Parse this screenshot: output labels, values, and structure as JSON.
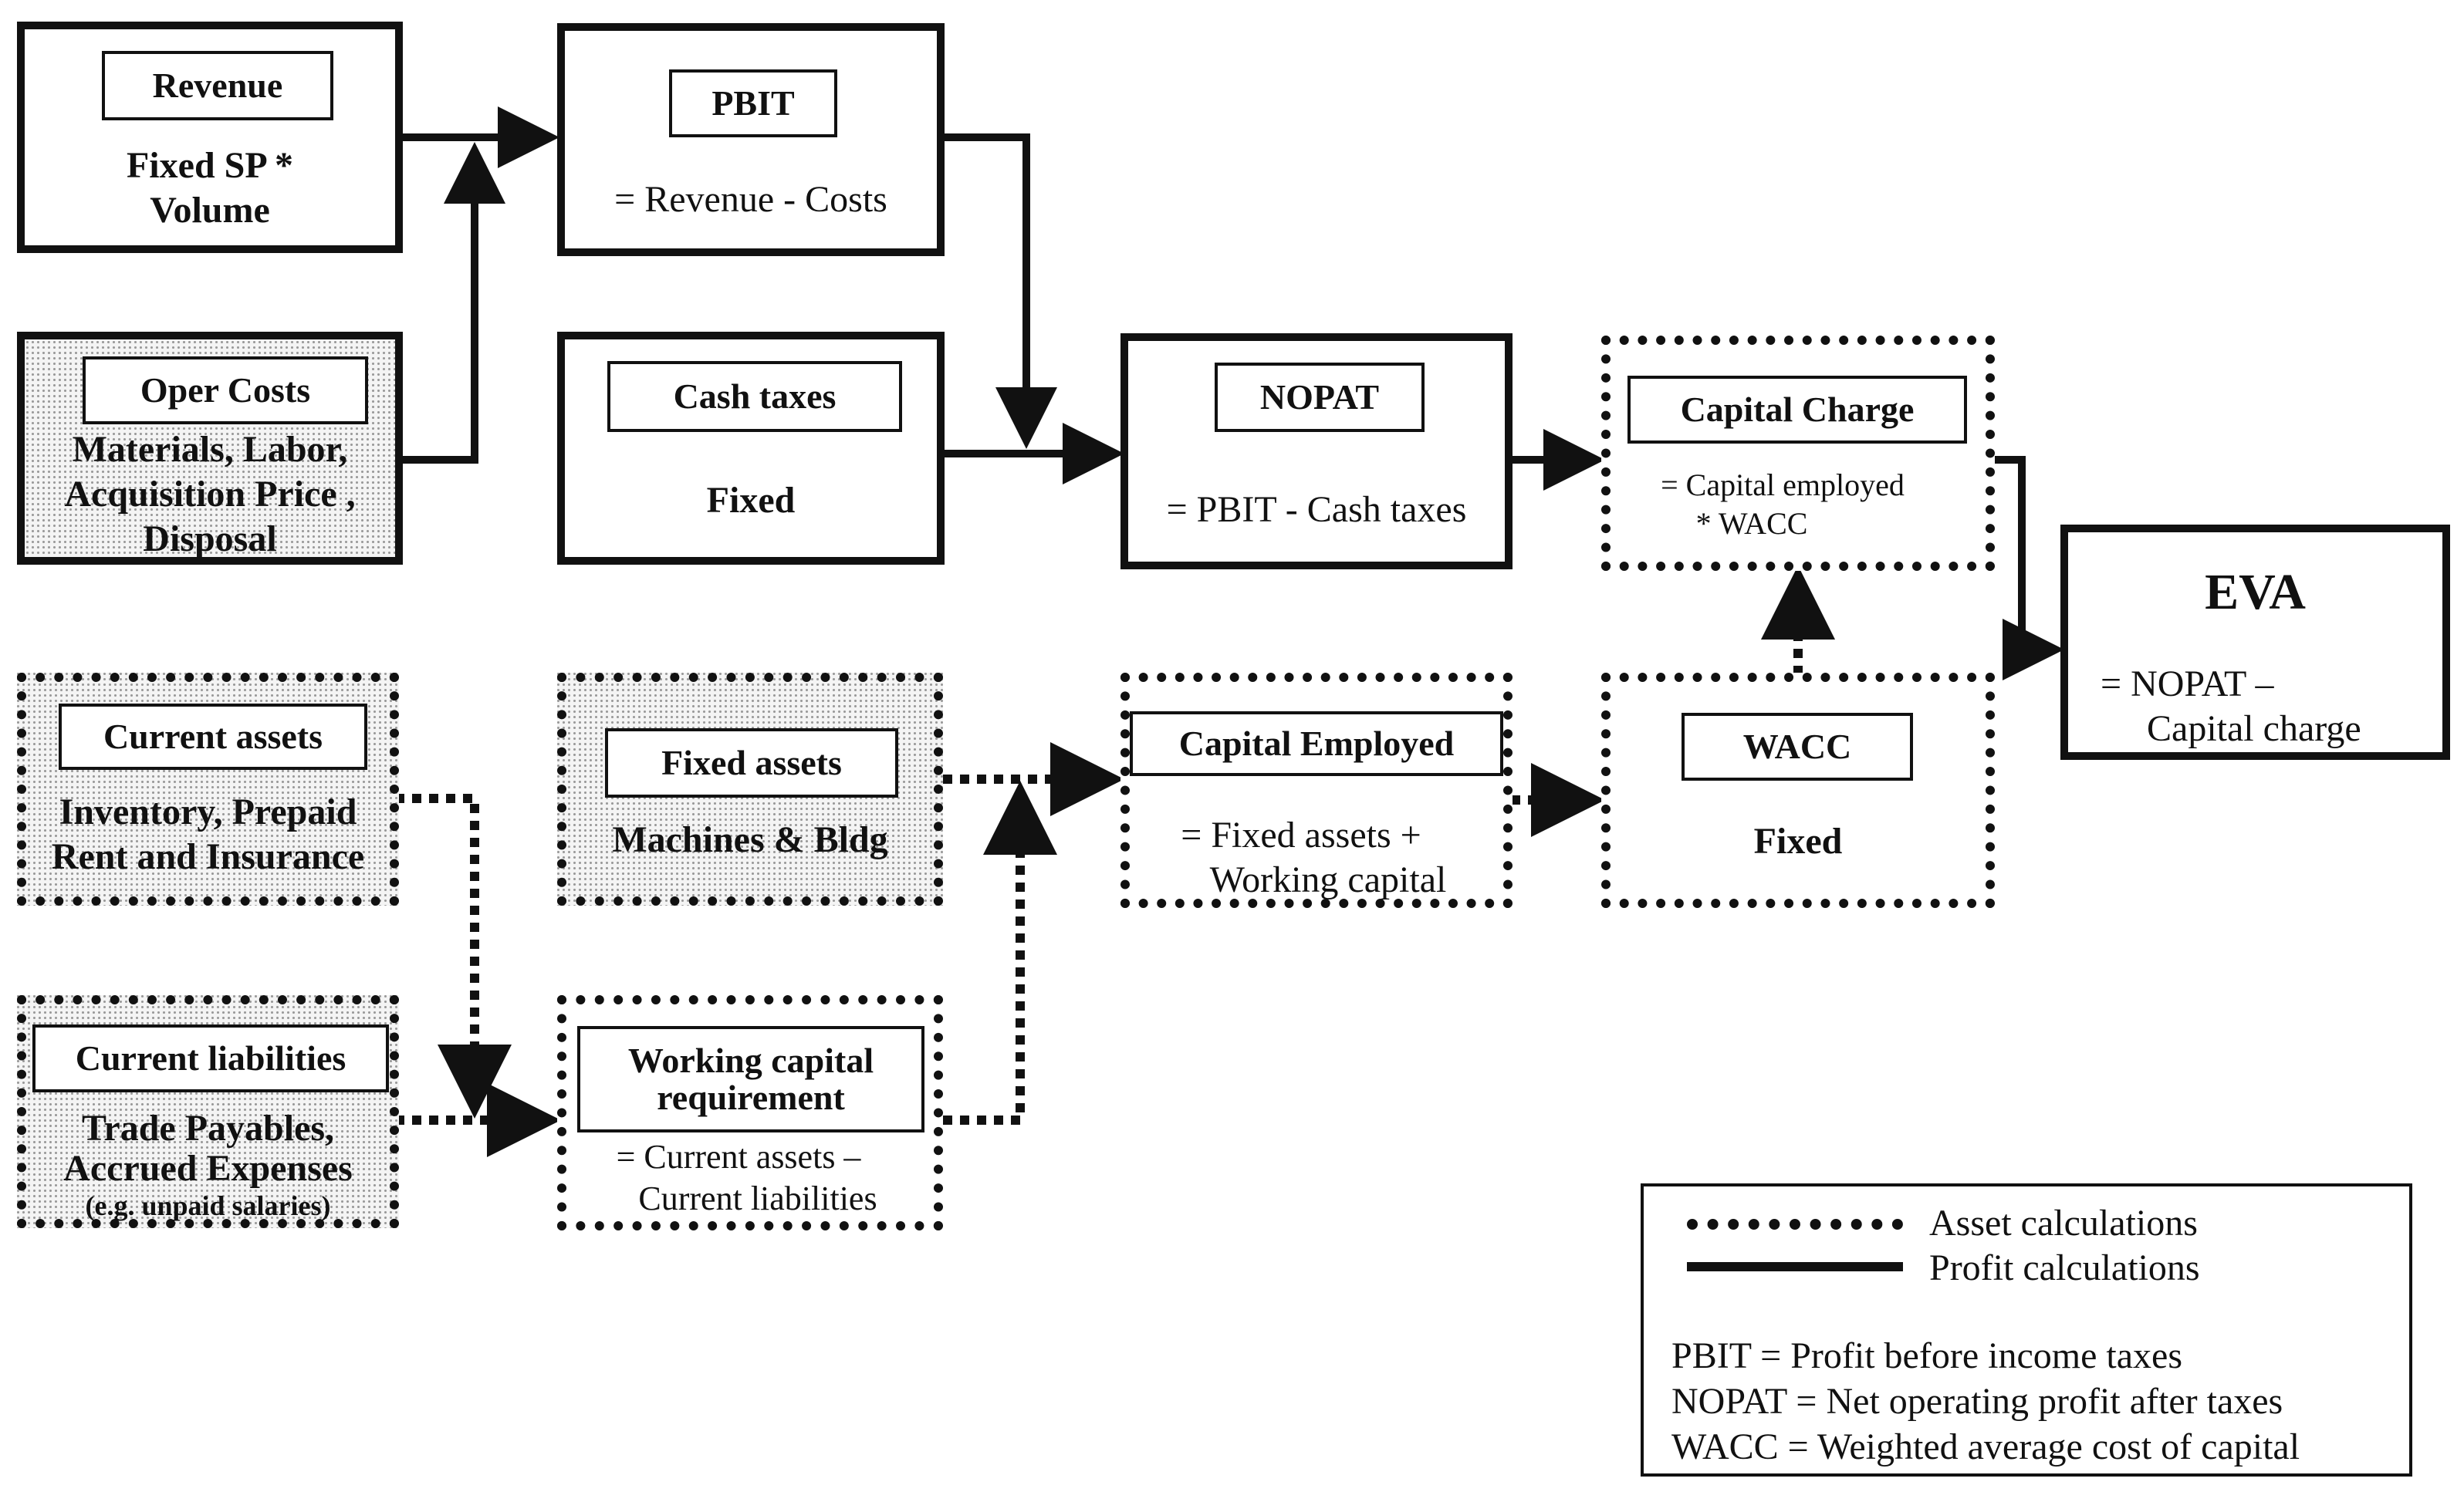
{
  "nodes": {
    "revenue": {
      "label": "Revenue",
      "line1": "Fixed SP *",
      "line2": "Volume"
    },
    "oper_costs": {
      "label": "Oper Costs",
      "line1": "Materials, Labor,",
      "line2": "Acquisition Price ,",
      "line3": "Disposal"
    },
    "pbit": {
      "label": "PBIT",
      "line1": "= Revenue - Costs"
    },
    "cash_taxes": {
      "label": "Cash taxes",
      "line1": "Fixed"
    },
    "nopat": {
      "label": "NOPAT",
      "line1": "= PBIT - Cash taxes"
    },
    "capital_charge": {
      "label": "Capital Charge",
      "line1": "= Capital employed",
      "line2": "* WACC"
    },
    "eva": {
      "label": "EVA",
      "line1": "= NOPAT –",
      "line2": "Capital charge"
    },
    "current_assets": {
      "label": "Current  assets",
      "line1": "Inventory, Prepaid",
      "line2": "Rent and Insurance"
    },
    "fixed_assets": {
      "label": "Fixed assets",
      "line1": "Machines & Bldg"
    },
    "capital_employed": {
      "label": "Capital Employed",
      "line1": "= Fixed assets +",
      "line2": "Working capital"
    },
    "wacc": {
      "label": "WACC",
      "line1": "Fixed"
    },
    "current_liabilities": {
      "label": "Current  liabilities",
      "line1": "Trade Payables,",
      "line2": "Accrued Expenses",
      "line3": "(e.g. unpaid salaries)"
    },
    "working_capital": {
      "label_line1": "Working capital",
      "label_line2": "requirement",
      "line1": "= Current assets –",
      "line2": "Current liabilities"
    }
  },
  "legend": {
    "asset_label": "Asset calculations",
    "profit_label": "Profit calculations",
    "abbreviations": [
      "PBIT = Profit before income taxes",
      "NOPAT = Net operating profit after taxes",
      "WACC = Weighted average cost of capital"
    ]
  },
  "colors": {
    "ink": "#111111",
    "shade": "#9a9a9a",
    "background": "#ffffff"
  }
}
